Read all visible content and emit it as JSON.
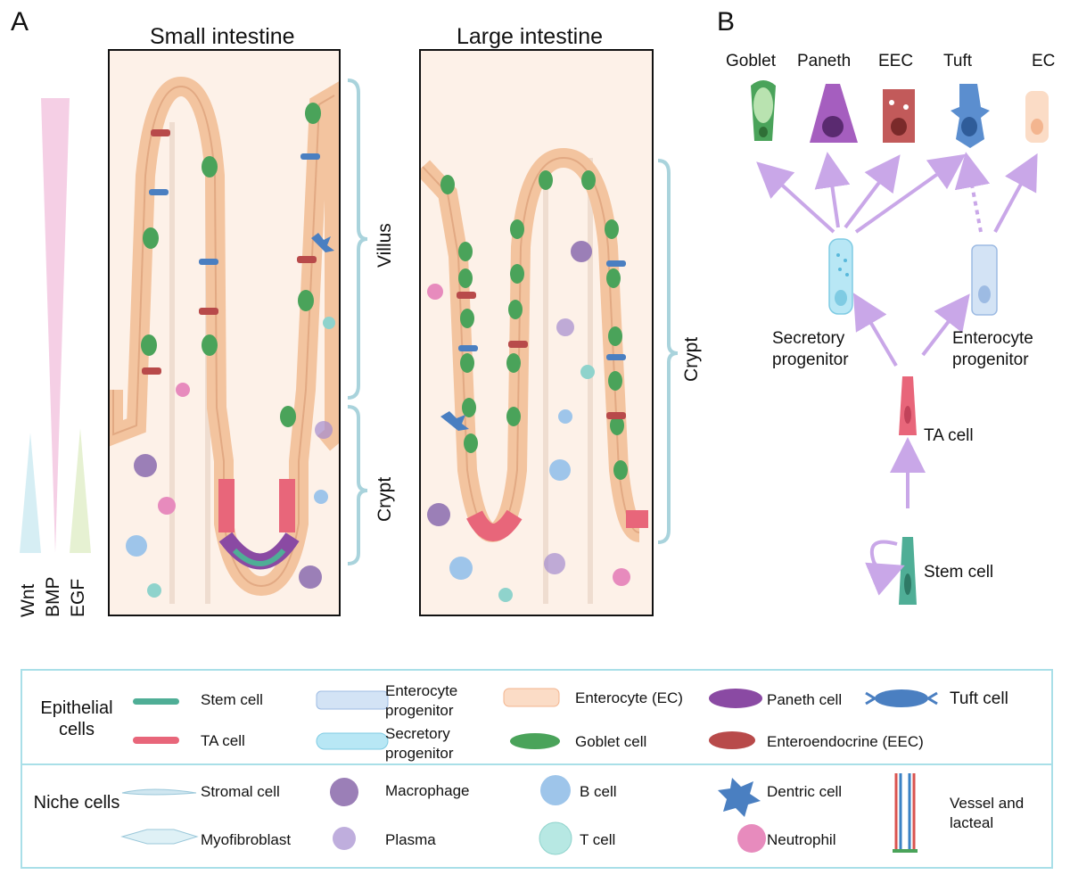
{
  "panel_a": {
    "letter": "A",
    "small_title": "Small intestine",
    "large_title": "Large intestine",
    "villus_label": "Villus",
    "crypt_label_small": "Crypt",
    "crypt_label_large": "Crypt",
    "gradients": [
      {
        "label": "Wnt",
        "color": "#cde9f1"
      },
      {
        "label": "BMP",
        "color": "#f5cfe5"
      },
      {
        "label": "EGF",
        "color": "#e2efcb"
      }
    ]
  },
  "panel_b": {
    "letter": "B",
    "top_cells": [
      "Goblet",
      "Paneth",
      "EEC",
      "Tuft",
      "EC"
    ],
    "secretory": "Secretory progenitor",
    "enterocyte": "Enterocyte progenitor",
    "ta": "TA cell",
    "stem": "Stem cell"
  },
  "legend": {
    "epithelial_title": "Epithelial cells",
    "niche_title": "Niche cells",
    "epithelial": [
      {
        "label": "Stem cell",
        "icon": "stem-cell-icon"
      },
      {
        "label": "TA cell",
        "icon": "ta-cell-icon"
      },
      {
        "label": "Enterocyte progenitor",
        "icon": "enterocyte-progenitor-icon"
      },
      {
        "label": "Secretory progenitor",
        "icon": "secretory-progenitor-icon"
      },
      {
        "label": "Enterocyte (EC)",
        "icon": "enterocyte-icon"
      },
      {
        "label": "Goblet cell",
        "icon": "goblet-cell-icon"
      },
      {
        "label": "Paneth cell",
        "icon": "paneth-cell-icon"
      },
      {
        "label": "Enteroendocrine (EEC)",
        "icon": "eec-icon"
      },
      {
        "label": "Tuft cell",
        "icon": "tuft-cell-icon"
      }
    ],
    "niche": [
      {
        "label": "Stromal cell",
        "icon": "stromal-cell-icon"
      },
      {
        "label": "Myofibroblast",
        "icon": "myofibroblast-icon"
      },
      {
        "label": "Macrophage",
        "icon": "macrophage-icon"
      },
      {
        "label": "Plasma",
        "icon": "plasma-icon"
      },
      {
        "label": "B cell",
        "icon": "b-cell-icon"
      },
      {
        "label": "T cell",
        "icon": "t-cell-icon"
      },
      {
        "label": "Dentric cell",
        "icon": "dendritic-cell-icon"
      },
      {
        "label": "Neutrophil",
        "icon": "neutrophil-icon"
      },
      {
        "label": "Vessel and lacteal",
        "icon": "vessel-lacteal-icon"
      }
    ]
  },
  "colors": {
    "stem": "#4fae96",
    "ta": "#e8667a",
    "enterocyte": "#f6c9a6",
    "goblet": "#4aa35a",
    "paneth": "#8a4aa3",
    "eec": "#b84a4a",
    "tuft": "#4a7fc1",
    "secretory": "#a9dff0",
    "enterocyte_progenitor": "#c9dcf2",
    "arrow": "#c9a7e8",
    "legend_border": "#a9dfe8",
    "bracket": "#a9d3dc"
  }
}
